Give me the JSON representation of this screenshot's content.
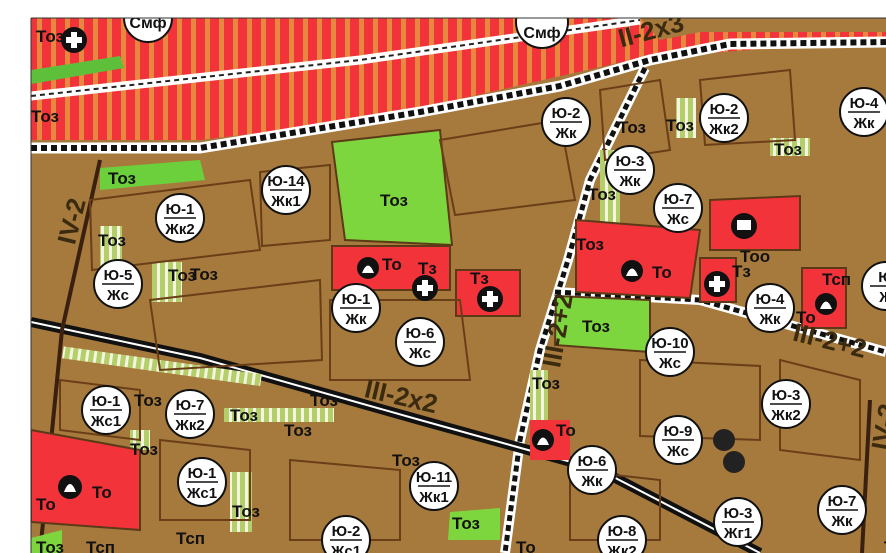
{
  "map": {
    "zone_circles": [
      {
        "top": "Ю-14",
        "bottom": "Жк1"
      },
      {
        "top": "Ю-1",
        "bottom": "Жк2"
      },
      {
        "top": "Ю-5",
        "bottom": "Жс"
      },
      {
        "top": "Ю-1",
        "bottom": "Жк"
      },
      {
        "top": "Ю-6",
        "bottom": "Жс"
      },
      {
        "top": "Ю-2",
        "bottom": "Жк"
      },
      {
        "top": "Ю-3",
        "bottom": "Жк"
      },
      {
        "top": "Ю-7",
        "bottom": "Жс"
      },
      {
        "top": "Ю-2",
        "bottom": "Жк2"
      },
      {
        "top": "Ю-4",
        "bottom": "Жк"
      },
      {
        "top": "Ю-4",
        "bottom": "Жк"
      },
      {
        "top": "Ю-10",
        "bottom": "Жс"
      },
      {
        "top": "Ю-3",
        "bottom": "Жк2"
      },
      {
        "top": "Ю-9",
        "bottom": "Жс"
      },
      {
        "top": "Ю-6",
        "bottom": "Жк"
      },
      {
        "top": "Ю-1",
        "bottom": "Жс1"
      },
      {
        "top": "Ю-7",
        "bottom": "Жк2"
      },
      {
        "top": "Ю-1",
        "bottom": "Жс1"
      },
      {
        "top": "Ю-11",
        "bottom": "Жк1"
      },
      {
        "top": "Ю-2",
        "bottom": "Жс1"
      },
      {
        "top": "Ю-8",
        "bottom": "Жк2"
      },
      {
        "top": "Ю-3",
        "bottom": "Жг1"
      },
      {
        "top": "Ю-7",
        "bottom": "Жк"
      },
      {
        "top": "Ю",
        "bottom": "Ж"
      }
    ],
    "top_circles": [
      "Смф",
      "Смф"
    ],
    "roads": [
      "II-2x3",
      "IV-2",
      "III-2x2",
      "III-2+2",
      "III-2+2",
      "IV-2"
    ],
    "labels": [
      "Тоз",
      "Тоз",
      "Тоз",
      "Тоз",
      "Тоз",
      "Тоз",
      "Тоз",
      "Тоз",
      "Тоз",
      "Тоз",
      "Тоз",
      "Тоз",
      "Тоз",
      "Тоз",
      "Тоз",
      "Тоз",
      "Тоз",
      "Тоз",
      "Тоз",
      "Тоз",
      "Тоз",
      "Тоз",
      "Тоз",
      "То",
      "То",
      "То",
      "То",
      "То",
      "То",
      "То",
      "То",
      "Тз",
      "Тз",
      "Тз",
      "Тоо",
      "Тсп",
      "Тсп",
      "Тсп"
    ]
  }
}
